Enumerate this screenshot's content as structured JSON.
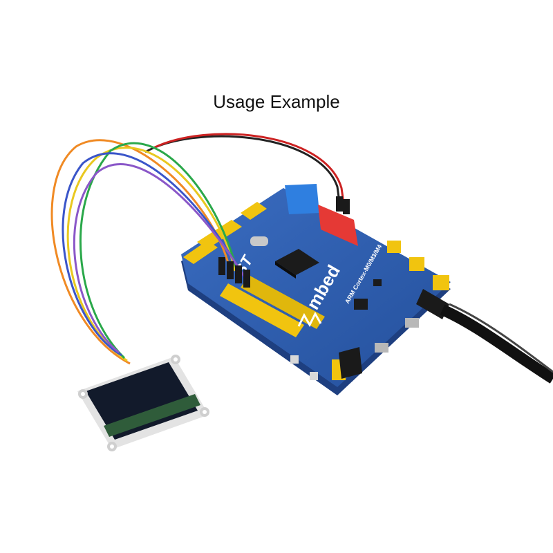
{
  "title": "Usage Example",
  "board": {
    "brand": "mbed",
    "model": "ARM Cortex-M0/M3/M4",
    "chip_logo": "ST"
  },
  "colors": {
    "board": "#2e5fb0",
    "board_edge": "#1e3f80",
    "header_yellow": "#f1c40f",
    "header_blue": "#2f7fe0",
    "header_red": "#e53935",
    "wire_orange": "#f08a24",
    "wire_yellow": "#e9c820",
    "wire_green": "#2aa84a",
    "wire_blue": "#3a55c9",
    "wire_purple": "#8a57c8",
    "wire_black": "#222222",
    "wire_red": "#cc2222"
  }
}
